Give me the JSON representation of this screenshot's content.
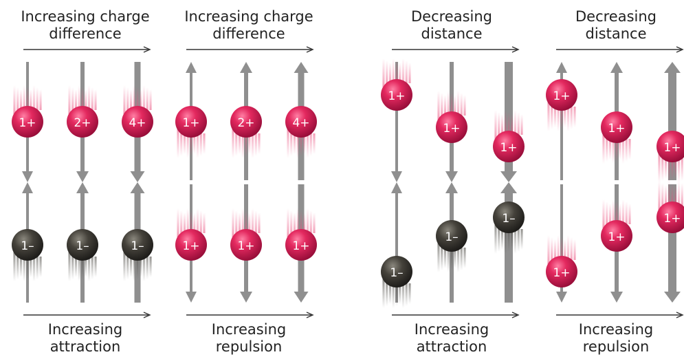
{
  "panels": [
    {
      "top_label": [
        "Increasing charge",
        "difference"
      ],
      "bottom_label": [
        "Increasing",
        "attraction"
      ],
      "columns": [
        {
          "top_ion": "1+",
          "bottom_ion": "1–"
        },
        {
          "top_ion": "2+",
          "bottom_ion": "1–"
        },
        {
          "top_ion": "4+",
          "bottom_ion": "1–"
        }
      ]
    },
    {
      "top_label": [
        "Increasing charge",
        "difference"
      ],
      "bottom_label": [
        "Increasing",
        "repulsion"
      ],
      "columns": [
        {
          "top_ion": "1+",
          "bottom_ion": "1+"
        },
        {
          "top_ion": "2+",
          "bottom_ion": "1+"
        },
        {
          "top_ion": "4+",
          "bottom_ion": "1+"
        }
      ]
    },
    {
      "top_label": [
        "Decreasing",
        "distance"
      ],
      "bottom_label": [
        "Increasing",
        "attraction"
      ],
      "columns": [
        {
          "top_ion": "1+",
          "bottom_ion": "1–"
        },
        {
          "top_ion": "1+",
          "bottom_ion": "1–"
        },
        {
          "top_ion": "1+",
          "bottom_ion": "1–"
        }
      ]
    },
    {
      "top_label": [
        "Decreasing",
        "distance"
      ],
      "bottom_label": [
        "Increasing",
        "repulsion"
      ],
      "columns": [
        {
          "top_ion": "1+",
          "bottom_ion": "1+"
        },
        {
          "top_ion": "1+",
          "bottom_ion": "1+"
        },
        {
          "top_ion": "1+",
          "bottom_ion": "1+"
        }
      ]
    }
  ],
  "colors": {
    "cation": "#d81e55",
    "anion": "#3a3833",
    "arrow": "#8f8f8f",
    "text": "#222222"
  }
}
